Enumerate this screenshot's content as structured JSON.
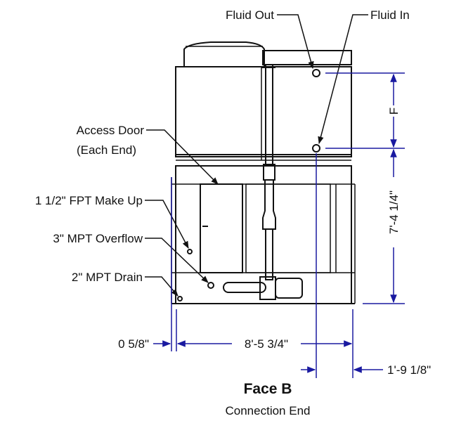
{
  "callouts": {
    "fluid_out": "Fluid Out",
    "fluid_in": "Fluid In",
    "access_door_line1": "Access Door",
    "access_door_line2": "(Each End)",
    "makeup": "1 1/2\" FPT Make Up",
    "overflow": "3\" MPT Overflow",
    "drain": "2\" MPT Drain"
  },
  "dimensions": {
    "f": "F",
    "height": "7'-4 1/4\"",
    "offset_left": "0 5/8\"",
    "width": "8'-5 3/4\"",
    "offset_right": "1'-9 1/8\""
  },
  "caption": {
    "title": "Face B",
    "subtitle": "Connection End"
  },
  "colors": {
    "drawing": "#111111",
    "dimension": "#1a1aa0"
  }
}
